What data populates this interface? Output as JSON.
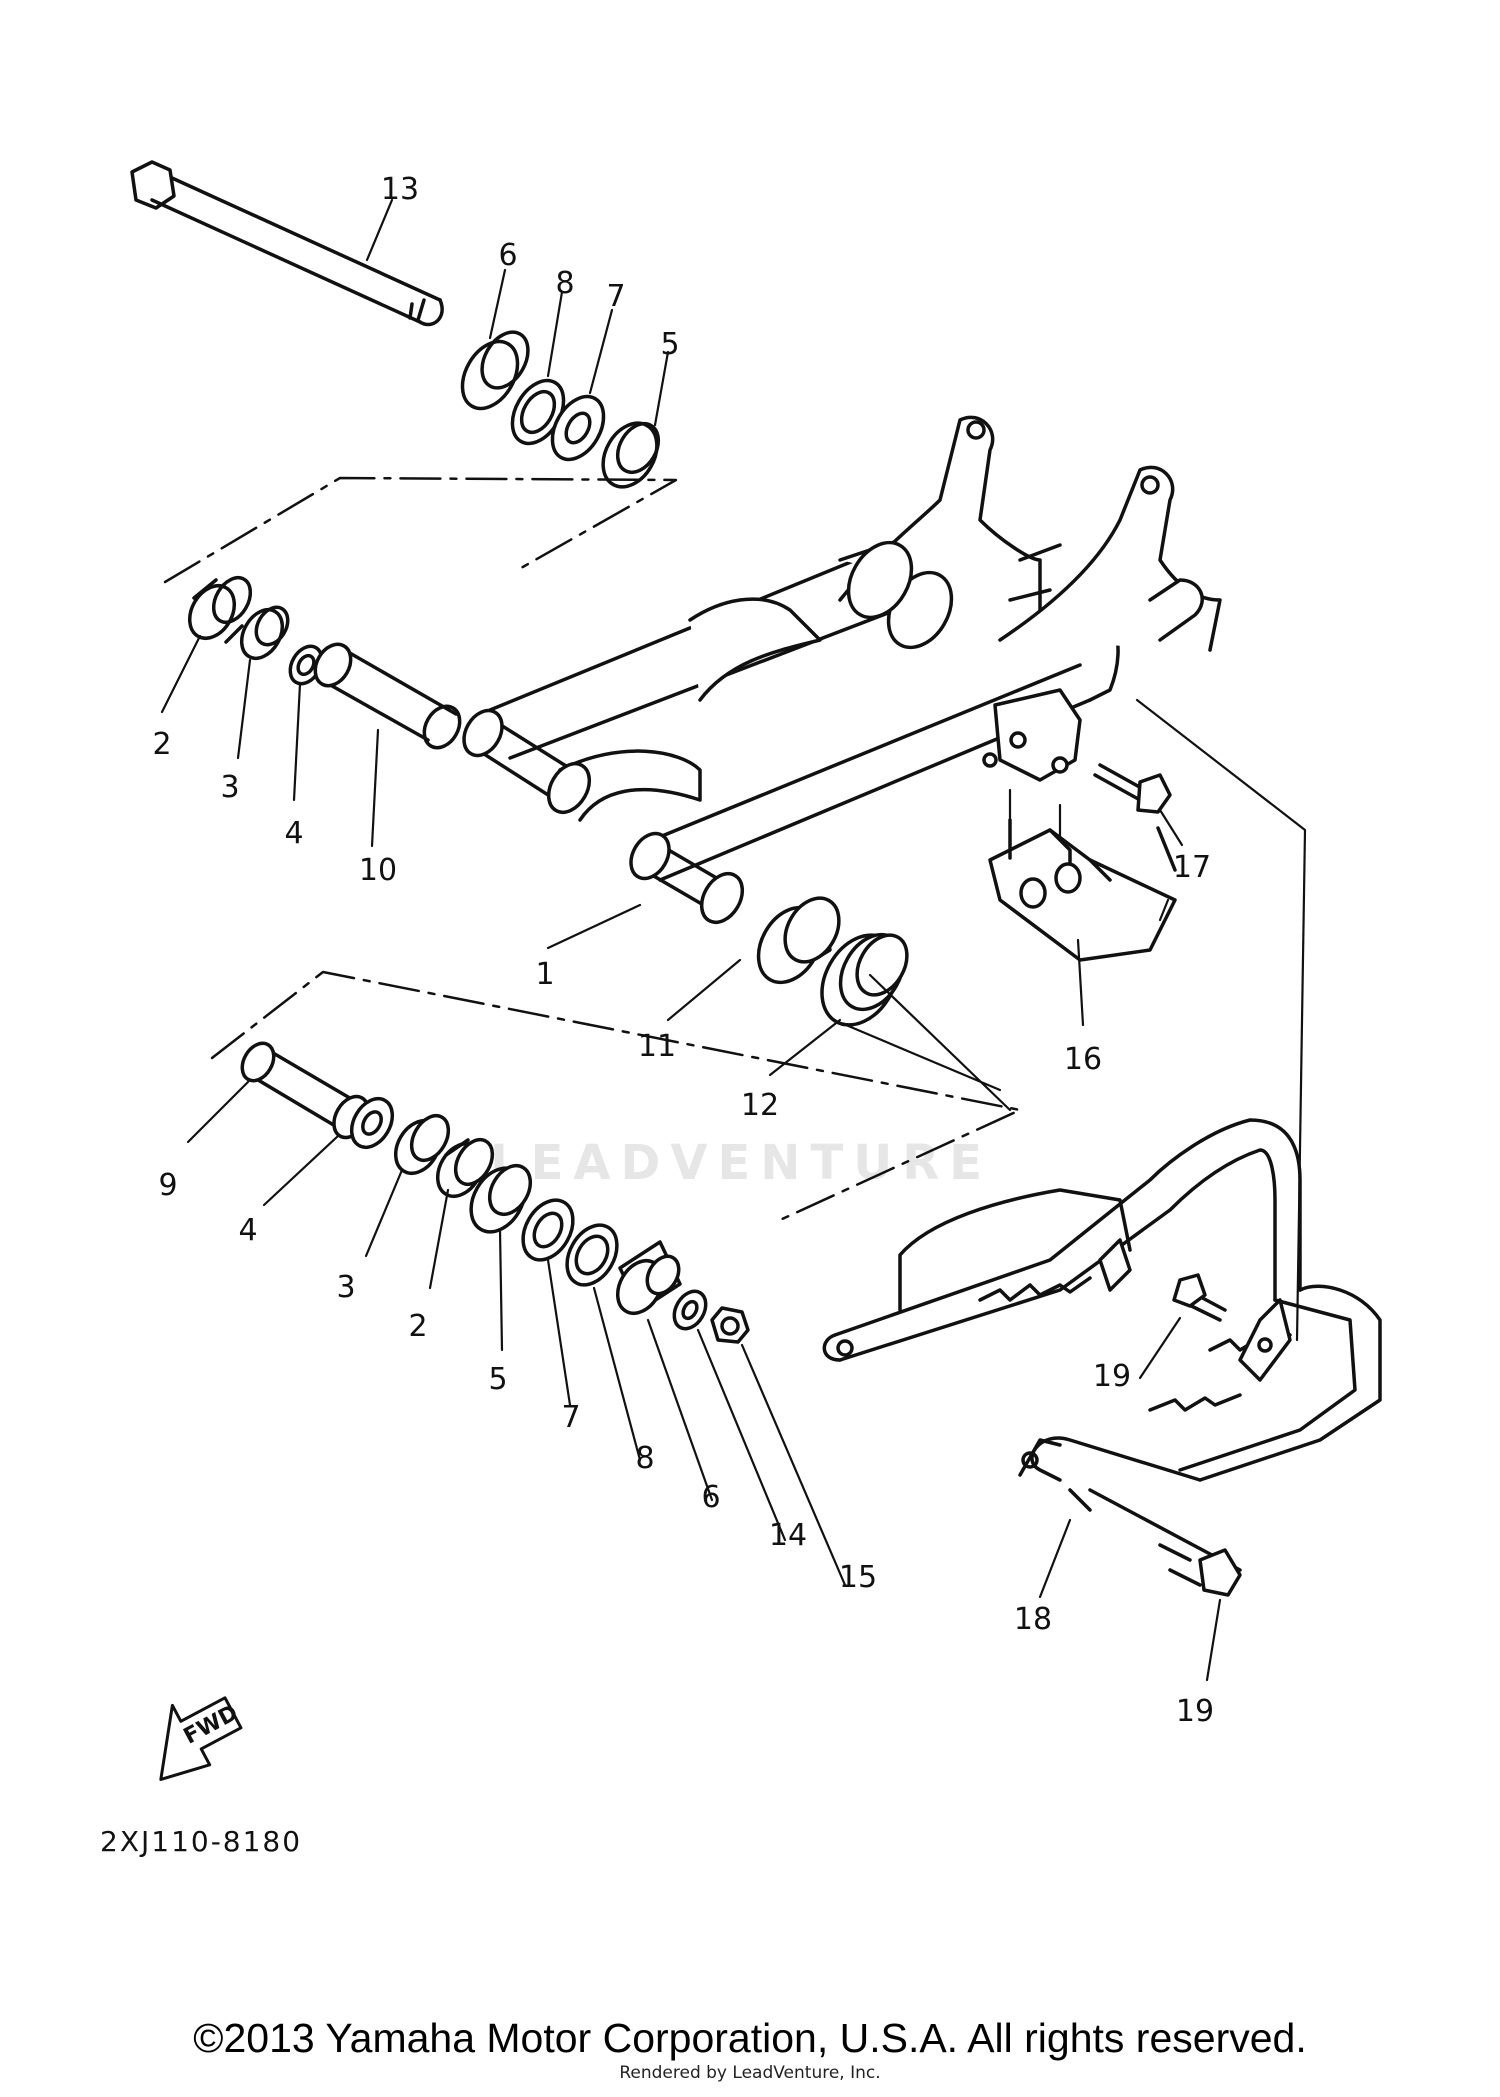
{
  "diagram": {
    "watermark": "LEADVENTURE",
    "part_code": "2XJ110-8180",
    "fwd_label": "FWD",
    "copyright": "©2013 Yamaha Motor Corporation, U.S.A. All rights reserved.",
    "rendered_by": "Rendered by LeadVenture, Inc.",
    "callouts": [
      {
        "id": "13a",
        "text": "13"
      },
      {
        "id": "6a",
        "text": "6"
      },
      {
        "id": "8a",
        "text": "8"
      },
      {
        "id": "7a",
        "text": "7"
      },
      {
        "id": "5a",
        "text": "5"
      },
      {
        "id": "2a",
        "text": "2"
      },
      {
        "id": "3a",
        "text": "3"
      },
      {
        "id": "4a",
        "text": "4"
      },
      {
        "id": "10a",
        "text": "10"
      },
      {
        "id": "1a",
        "text": "1"
      },
      {
        "id": "11a",
        "text": "11"
      },
      {
        "id": "12a",
        "text": "12"
      },
      {
        "id": "16a",
        "text": "16"
      },
      {
        "id": "17a",
        "text": "17"
      },
      {
        "id": "9a",
        "text": "9"
      },
      {
        "id": "4b",
        "text": "4"
      },
      {
        "id": "3b",
        "text": "3"
      },
      {
        "id": "2b",
        "text": "2"
      },
      {
        "id": "5b",
        "text": "5"
      },
      {
        "id": "7b",
        "text": "7"
      },
      {
        "id": "8b",
        "text": "8"
      },
      {
        "id": "6b",
        "text": "6"
      },
      {
        "id": "14a",
        "text": "14"
      },
      {
        "id": "15a",
        "text": "15"
      },
      {
        "id": "19a",
        "text": "19"
      },
      {
        "id": "18a",
        "text": "18"
      },
      {
        "id": "19b",
        "text": "19"
      }
    ]
  }
}
